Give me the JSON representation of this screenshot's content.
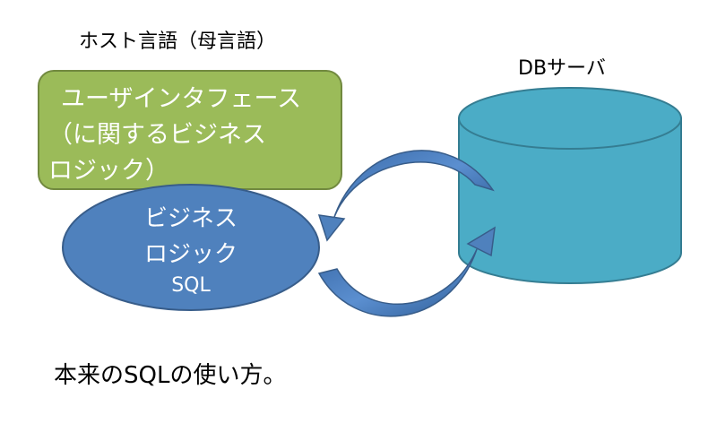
{
  "host_language_label": "ホスト言語（母言語）",
  "ui_box": {
    "line1": "ユーザインタフェース",
    "line2": "（に関するビジネス",
    "line3": "ロジック）"
  },
  "db_server_label": "DBサーバ",
  "business_logic": {
    "line1": "ビジネス",
    "line2": "ロジック",
    "line3": "SQL"
  },
  "caption": "本来のSQLの使い方。",
  "colors": {
    "ui_box_fill": "#9bbb59",
    "ellipse_fill": "#4f81bd",
    "cylinder_fill": "#4bacc6",
    "arrow_fill": "#4f81bd"
  }
}
